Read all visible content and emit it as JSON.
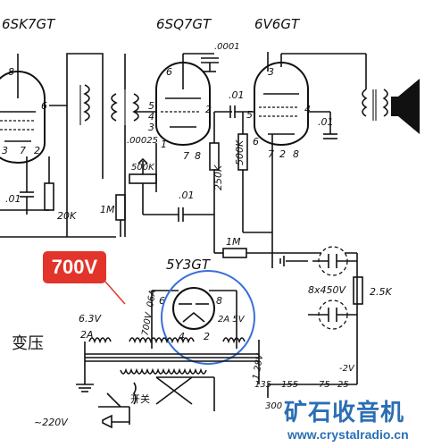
{
  "tubes": {
    "t1": "6SK7GT",
    "t2": "6SQ7GT",
    "t3": "6V6GT",
    "rect": "5Y3GT"
  },
  "callout": {
    "voltage": "700V",
    "color": "#e2342a"
  },
  "side_label": "变压",
  "values": {
    "c_0001": ".0001",
    "c_01a": ".01",
    "c_01b": ".01",
    "c_01c": ".01",
    "c_01d": ".01",
    "c_00025": ".00025",
    "r_500k_pot": "500K",
    "r_500k": "500K",
    "r_250k": "250K",
    "r_20k": "20K",
    "r_1m_a": "1M",
    "r_1m_b": "1M",
    "c_8x450": "8x450V",
    "r_2_5k": "2.5K",
    "winding_63v": "6.3V",
    "winding_2a": "2A",
    "winding_700v": "700V .06A",
    "winding_2a_5v": "2A 5V",
    "winding_1_28v": "1.28V",
    "tap_135": "135",
    "tap_155": "155",
    "tap_75": "75",
    "tap_25": "25",
    "tap_300": "300",
    "neg_2v": "-2V",
    "switch": "开关",
    "mains": "~220V"
  },
  "pins": {
    "p8a": "8",
    "p6a": "6",
    "p7a": "7",
    "p2a": "2",
    "p3a": "3",
    "p6b": "6",
    "p5b": "5",
    "p4b": "4",
    "p3b": "3",
    "p2b": "2",
    "p1b": "1",
    "p7b": "7",
    "p8b": "8",
    "p3c": "3",
    "p4c": "4",
    "p5c": "5",
    "p6c": "6",
    "p7c": "7",
    "p2c": "2",
    "p8c": "8",
    "p6d": "6",
    "p8d": "8",
    "p4d": "4",
    "p2d": "2"
  },
  "brand": {
    "name": "矿石收音机",
    "url": "www.crystalradio.cn",
    "color": "#2b6fb3"
  },
  "highlight": {
    "color": "#3a6fd8"
  }
}
